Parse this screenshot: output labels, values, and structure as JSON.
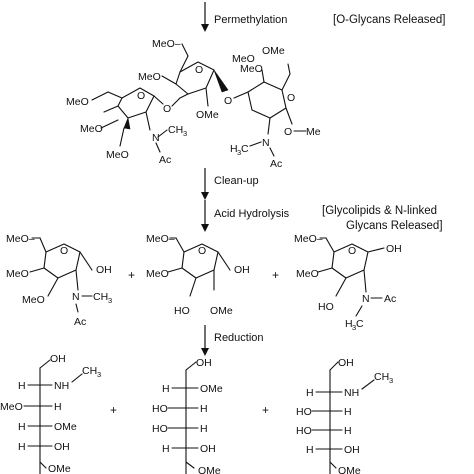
{
  "steps": {
    "permethylation": "Permethylation",
    "cleanup": "Clean-up",
    "acid_hydrolysis": "Acid Hydrolysis",
    "reduction": "Reduction"
  },
  "tags": {
    "o_glycans": "[O-Glycans Released]",
    "glyco_line1": "[Glycolipids & N-linked",
    "glyco_line2": "Glycans Released]"
  },
  "labels": {
    "meo": "MeO",
    "meo_dash": "MeO–",
    "ome": "OMe",
    "oh": "OH",
    "ho": "HO",
    "o": "O",
    "n": "N",
    "nh": "NH",
    "ac": "Ac",
    "ch3": "CH",
    "h3c": "H",
    "c_letter": "C",
    "sub3": "3",
    "me": "Me",
    "h": "H",
    "plus": "+"
  }
}
